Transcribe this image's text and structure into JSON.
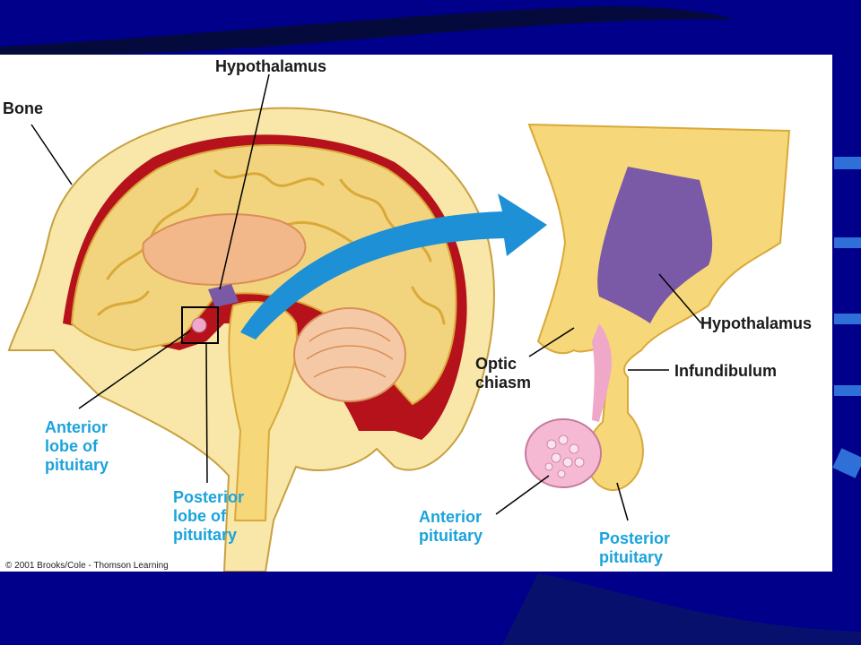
{
  "slide": {
    "background_color": "#00008b",
    "panel_color": "#ffffff"
  },
  "diagram": {
    "labels": {
      "hypothalamus_top": "Hypothalamus",
      "bone": "Bone",
      "anterior_lobe": "Anterior\nlobe of\npituitary",
      "posterior_lobe": "Posterior\nlobe of\npituitary",
      "hypothalamus_right": "Hypothalamus",
      "optic_chiasm": "Optic\nchiasm",
      "infundibulum": "Infundibulum",
      "anterior_pituitary": "Anterior\npituitary",
      "posterior_pituitary": "Posterior\npituitary"
    },
    "copyright": "© 2001 Brooks/Cole - Thomson Learning",
    "colors": {
      "label_blue": "#1ba3dc",
      "label_dark": "#1a1a1a",
      "hypothalamus_purple": "#7a5aa6",
      "tissue_yellow": "#f6d77a",
      "skull_cream": "#f8e7a8",
      "pituitary_pink": "#f0a8c8",
      "arrow_blue": "#1e90d6",
      "dura_red": "#b5121b"
    }
  }
}
